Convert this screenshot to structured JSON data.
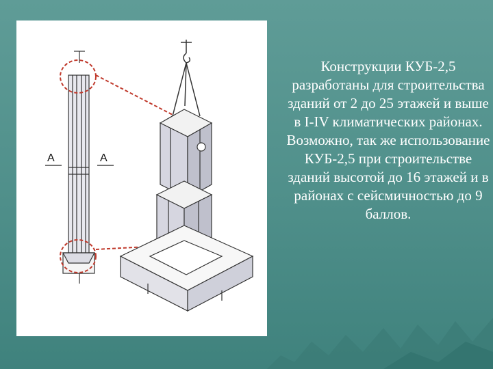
{
  "slide": {
    "body_text": "Конструкции КУБ-2,5 разработаны для строительства зданий от 2 до 25 этажей и выше в I-IV климатических районах. Возможно, так же использование КУБ-2,5 при строительстве зданий высотой до 16 этажей и в районах с сейсмичностью до 9 баллов."
  },
  "figure": {
    "section_label_left": "A",
    "section_label_right": "A",
    "accent_color": "#c0392b"
  },
  "colors": {
    "background": "#4f8f8a",
    "text": "#ffffff"
  }
}
